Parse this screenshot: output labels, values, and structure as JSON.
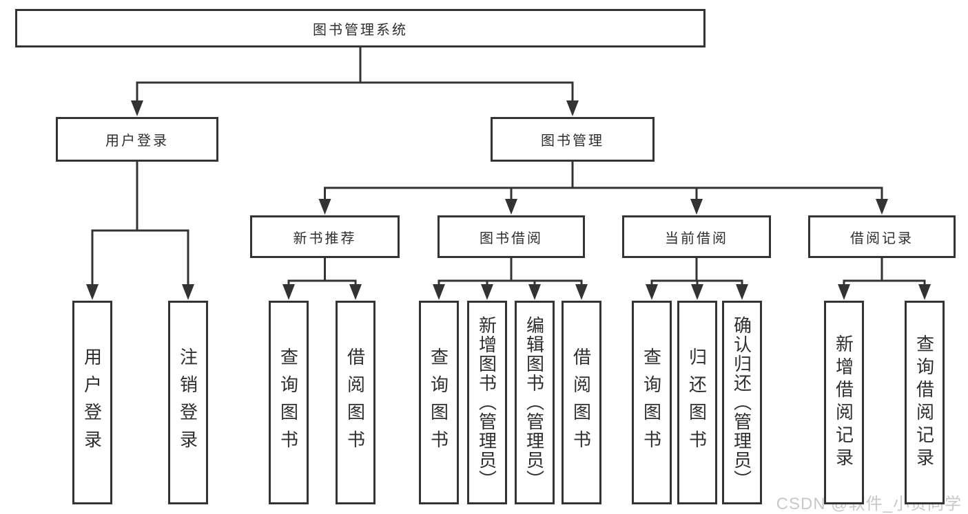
{
  "nodes": {
    "root": {
      "label": "图书管理系统"
    },
    "login": {
      "label": "用户登录"
    },
    "mgmt": {
      "label": "图书管理"
    },
    "loginChildren": [
      {
        "label": "用户登录"
      },
      {
        "label": "注销登录"
      }
    ],
    "groups": [
      {
        "label": "新书推荐",
        "children": [
          {
            "label": "查询图书"
          },
          {
            "label": "借阅图书"
          }
        ]
      },
      {
        "label": "图书借阅",
        "children": [
          {
            "label": "查询图书"
          },
          {
            "label": "新增图书（管理员）"
          },
          {
            "label": "编辑图书（管理员）"
          },
          {
            "label": "借阅图书"
          }
        ]
      },
      {
        "label": "当前借阅",
        "children": [
          {
            "label": "查询图书"
          },
          {
            "label": "归还图书"
          },
          {
            "label": "确认归还（管理员）"
          }
        ]
      },
      {
        "label": "借阅记录",
        "children": [
          {
            "label": "新增借阅记录"
          },
          {
            "label": "查询借阅记录"
          }
        ]
      }
    ]
  },
  "watermark": "CSDN @软件_小贺同学",
  "colors": {
    "line": "#333333",
    "box_border": "#333333",
    "box_fill": "#ffffff",
    "text": "#2e2e2e",
    "watermark": "#c8c8c8",
    "background": "#ffffff"
  }
}
